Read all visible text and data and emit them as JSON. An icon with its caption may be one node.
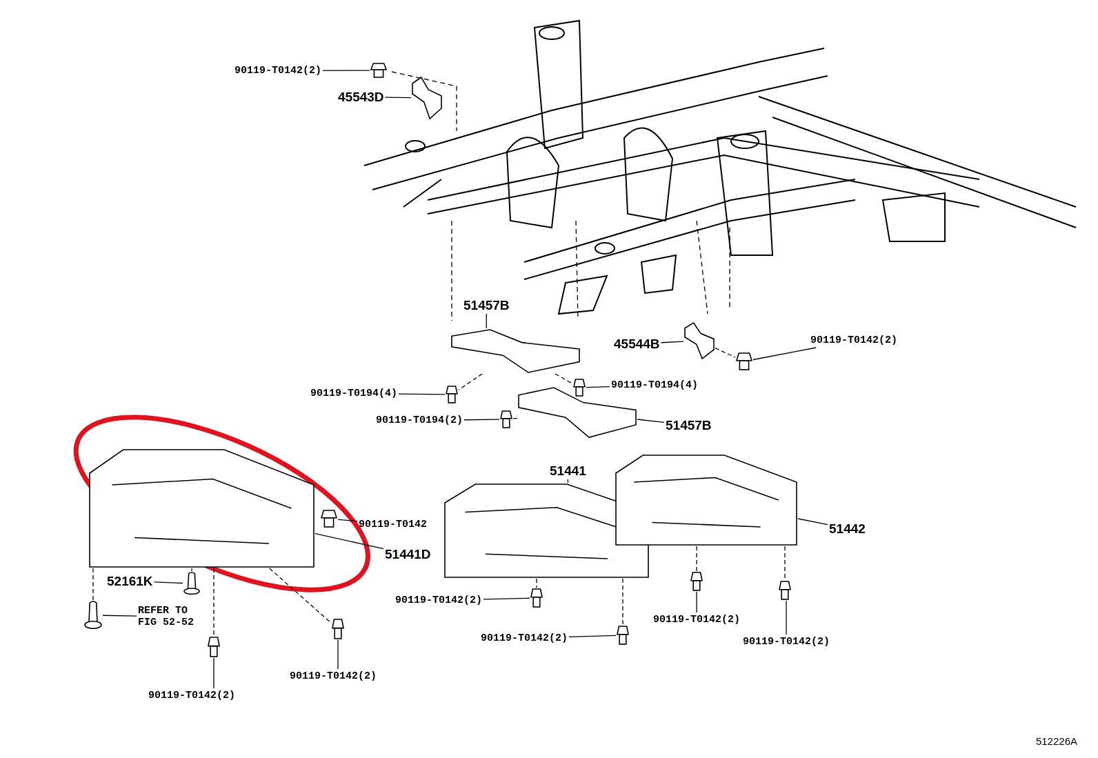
{
  "diagram": {
    "nodes": [
      {
        "text": [
          "90119-T0142(2)"
        ]
      },
      {
        "text": [],
        "shape": "bolt"
      },
      {
        "text": [
          "45543D"
        ]
      },
      {
        "text": [],
        "shape": "bracket"
      },
      {
        "text": [
          "51457B"
        ]
      },
      {
        "text": [],
        "shape": "bracket"
      },
      {
        "text": [
          "45544B"
        ]
      },
      {
        "text": [],
        "shape": "bracket"
      },
      {
        "text": [
          "90119-T0142(2)"
        ]
      },
      {
        "text": [],
        "shape": "bolt"
      },
      {
        "text": [
          "90119-T0194(4)"
        ]
      },
      {
        "text": [],
        "shape": "bolt"
      },
      {
        "text": [
          "90119-T0194(4)"
        ]
      },
      {
        "text": [],
        "shape": "bolt"
      },
      {
        "text": [
          "90119-T0194(2)"
        ]
      },
      {
        "text": [],
        "shape": "bolt"
      },
      {
        "text": [
          "51457B"
        ]
      },
      {
        "text": [],
        "shape": "bracket"
      },
      {
        "text": [
          "51441"
        ]
      },
      {
        "text": [],
        "shape": "plate"
      },
      {
        "text": [
          "51442"
        ]
      },
      {
        "text": [],
        "shape": "plate"
      },
      {
        "text": [
          "90119-T0142"
        ]
      },
      {
        "text": [],
        "shape": "bolt"
      },
      {
        "text": [
          "51441D"
        ]
      },
      {
        "text": [],
        "shape": "plate"
      },
      {
        "text": [
          "52161K"
        ]
      },
      {
        "text": [],
        "shape": "clip"
      },
      {
        "text": [
          "REFER TO FIG 52-52"
        ]
      },
      {
        "text": [],
        "shape": "clip"
      },
      {
        "text": [
          "90119-T0142(2)"
        ]
      },
      {
        "text": [],
        "shape": "bolt"
      },
      {
        "text": [
          "90119-T0142(2)"
        ]
      },
      {
        "text": [],
        "shape": "bolt"
      },
      {
        "text": [
          "90119-T0142(2)"
        ]
      },
      {
        "text": [],
        "shape": "bolt"
      },
      {
        "text": [
          "90119-T0142(2)"
        ]
      },
      {
        "text": [],
        "shape": "bolt"
      },
      {
        "text": [
          "90119-T0142(2)"
        ]
      },
      {
        "text": [],
        "shape": "bolt"
      },
      {
        "text": [
          "90119-T0142(2)"
        ]
      },
      {
        "text": [],
        "shape": "bolt"
      }
    ],
    "edges": [
      {
        "from": 0,
        "to": 1,
        "arrow": "none"
      },
      {
        "from": 2,
        "to": 3,
        "arrow": "none"
      },
      {
        "from": 4,
        "to": 5,
        "arrow": "none"
      },
      {
        "from": 6,
        "to": 7,
        "arrow": "none"
      },
      {
        "from": 8,
        "to": 9,
        "arrow": "none"
      },
      {
        "from": 10,
        "to": 11,
        "arrow": "none"
      },
      {
        "from": 12,
        "to": 13,
        "arrow": "none"
      },
      {
        "from": 14,
        "to": 15,
        "arrow": "none"
      },
      {
        "from": 16,
        "to": 17,
        "arrow": "none"
      },
      {
        "from": 18,
        "to": 19,
        "arrow": "none"
      },
      {
        "from": 20,
        "to": 21,
        "arrow": "none"
      },
      {
        "from": 22,
        "to": 23,
        "arrow": "none"
      },
      {
        "from": 24,
        "to": 25,
        "arrow": "none"
      },
      {
        "from": 26,
        "to": 27,
        "arrow": "none"
      },
      {
        "from": 28,
        "to": 29,
        "arrow": "none"
      },
      {
        "from": 30,
        "to": 31,
        "arrow": "none"
      },
      {
        "from": 32,
        "to": 33,
        "arrow": "none"
      },
      {
        "from": 34,
        "to": 35,
        "arrow": "none"
      },
      {
        "from": 36,
        "to": 37,
        "arrow": "none"
      },
      {
        "from": 38,
        "to": 39,
        "arrow": "none"
      },
      {
        "from": 40,
        "to": 41,
        "arrow": "none"
      },
      {
        "from": 5,
        "to": 13,
        "arrow": "none",
        "style": "dashed"
      },
      {
        "from": 5,
        "to": 11,
        "arrow": "none",
        "style": "dashed"
      },
      {
        "from": 17,
        "to": 15,
        "arrow": "none",
        "style": "dashed"
      },
      {
        "from": 7,
        "to": 9,
        "arrow": "none",
        "style": "dashed"
      },
      {
        "from": 19,
        "to": 31,
        "arrow": "none",
        "style": "dashed"
      },
      {
        "from": 19,
        "to": 33,
        "arrow": "none",
        "style": "dashed"
      },
      {
        "from": 21,
        "to": 35,
        "arrow": "none",
        "style": "dashed"
      },
      {
        "from": 21,
        "to": 37,
        "arrow": "none",
        "style": "dashed"
      },
      {
        "from": 25,
        "to": 27,
        "arrow": "none",
        "style": "dashed"
      },
      {
        "from": 25,
        "to": 29,
        "arrow": "none",
        "style": "dashed"
      },
      {
        "from": 25,
        "to": 39,
        "arrow": "none",
        "style": "dashed"
      },
      {
        "from": 25,
        "to": 41,
        "arrow": "none",
        "style": "dashed"
      }
    ],
    "labels": [
      "512226A"
    ]
  }
}
